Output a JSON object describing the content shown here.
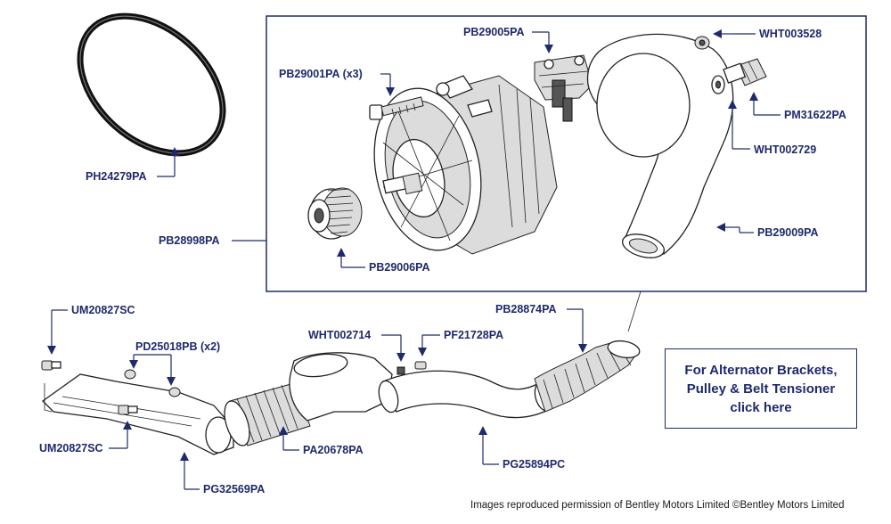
{
  "labels": {
    "ph24279pa": "PH24279PA",
    "pb29005pa": "PB29005PA",
    "wht003528": "WHT003528",
    "pb29001pa": "PB29001PA (x3)",
    "pm31622pa": "PM31622PA",
    "wht002729": "WHT002729",
    "pb28998pa": "PB28998PA",
    "pb29009pa": "PB29009PA",
    "pb29006pa": "PB29006PA",
    "um20827sc_top": "UM20827SC",
    "pd25018pb": "PD25018PB (x2)",
    "um20827sc_bottom": "UM20827SC",
    "pg32569pa": "PG32569PA",
    "pa20678pa": "PA20678PA",
    "wht002714": "WHT002714",
    "pf21728pa": "PF21728PA",
    "pb28874pa": "PB28874PA",
    "pg25894pc": "PG25894PC"
  },
  "link_box": {
    "text": "For Alternator Brackets,\nPulley & Belt Tensioner\nclick here"
  },
  "footer": {
    "copyright": "Images reproduced permission of Bentley Motors Limited ©Bentley Motors Limited"
  },
  "colors": {
    "label": "#1f2a6b",
    "line": "#222222"
  }
}
